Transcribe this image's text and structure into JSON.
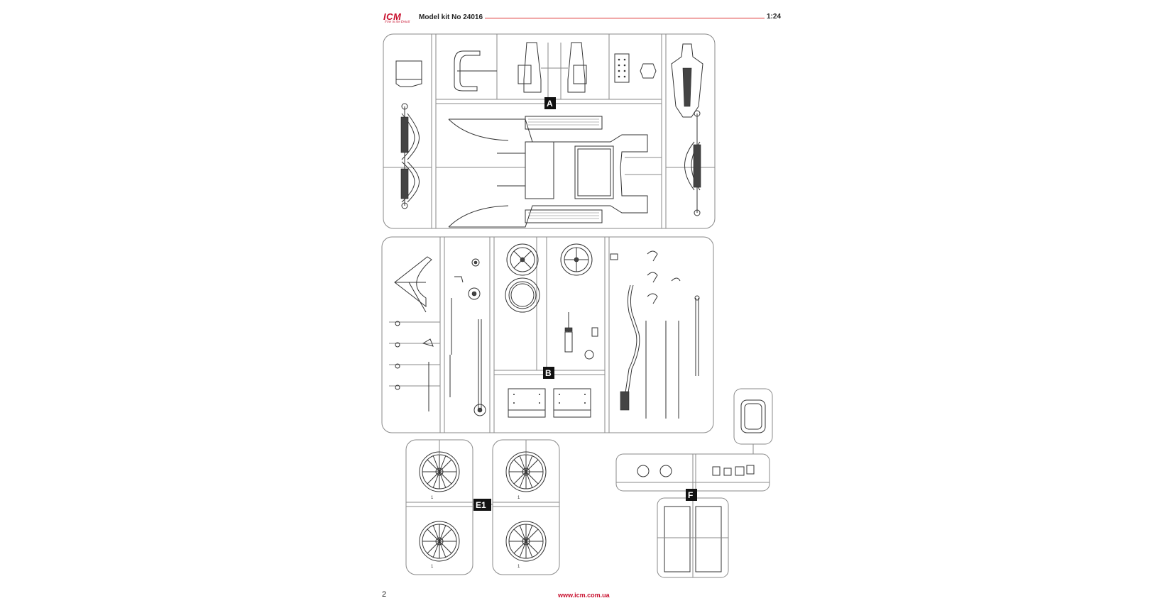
{
  "header": {
    "brand": "ICM",
    "brand_tagline": "Fine in the Detail",
    "kit_title": "Model kit No 24016",
    "scale": "1:24"
  },
  "sprues": {
    "a_label": "A",
    "b_label": "B",
    "e_label": "E1",
    "f_label": "F",
    "wheel_part_number": "1"
  },
  "footer": {
    "page_number": "2",
    "website": "www.icm.com.ua"
  },
  "colors": {
    "brand_red": "#c8102e",
    "sprue_gray": "#8a8a8a",
    "label_black": "#111111"
  }
}
